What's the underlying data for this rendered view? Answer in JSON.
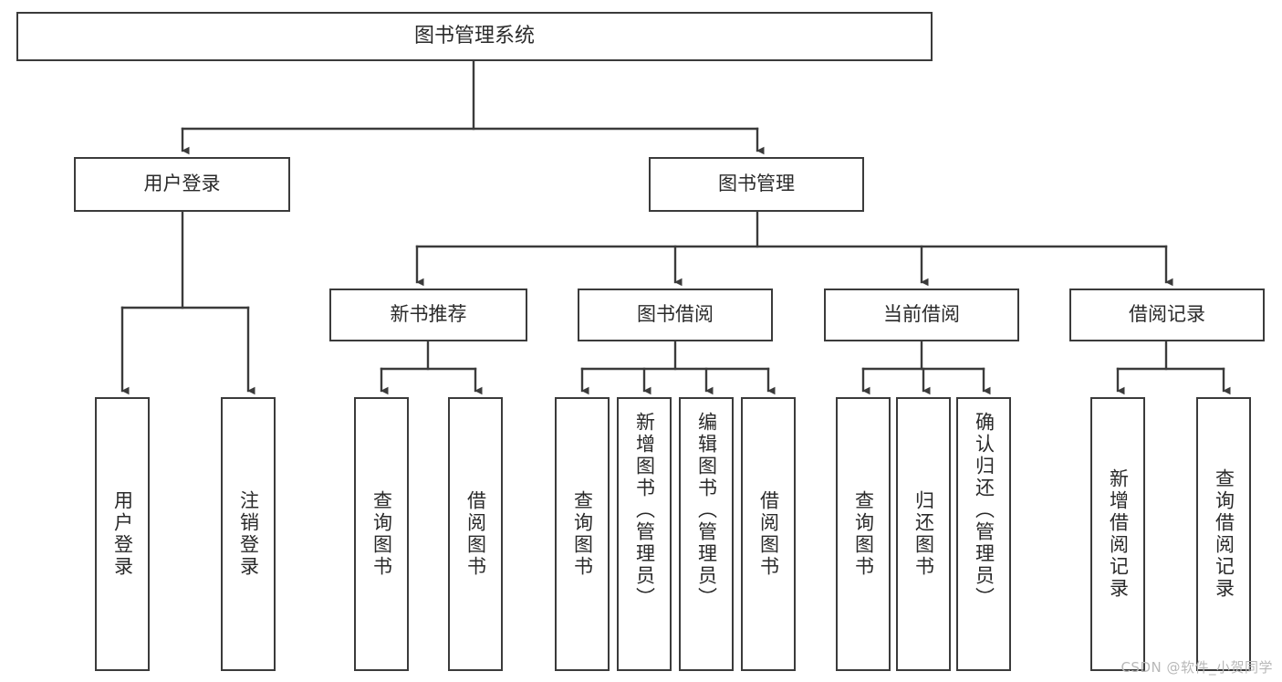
{
  "diagram": {
    "title": "图书管理系统",
    "type": "tree",
    "watermark": "CSDN @软件_小贺同学",
    "colors": {
      "stroke": "#3b3b3b",
      "fill": "#ffffff",
      "text": "#2a2a2a",
      "watermark": "#b8b8b8"
    },
    "root": {
      "label": "图书管理系统"
    },
    "level1": [
      {
        "label": "用户登录"
      },
      {
        "label": "图书管理"
      }
    ],
    "level2": [
      {
        "label": "新书推荐"
      },
      {
        "label": "图书借阅"
      },
      {
        "label": "当前借阅"
      },
      {
        "label": "借阅记录"
      }
    ],
    "leaves": {
      "user_login": [
        {
          "label": "用户登录"
        },
        {
          "label": "注销登录"
        }
      ],
      "new_book_recommend": [
        {
          "label": "查询图书"
        },
        {
          "label": "借阅图书"
        }
      ],
      "book_borrow": [
        {
          "label": "查询图书"
        },
        {
          "label": "新增图书（管理员）"
        },
        {
          "label": "编辑图书（管理员）"
        },
        {
          "label": "借阅图书"
        }
      ],
      "current_borrow": [
        {
          "label": "查询图书"
        },
        {
          "label": "归还图书"
        },
        {
          "label": "确认归还（管理员）"
        }
      ],
      "borrow_record": [
        {
          "label": "新增借阅记录"
        },
        {
          "label": "查询借阅记录"
        }
      ]
    }
  }
}
